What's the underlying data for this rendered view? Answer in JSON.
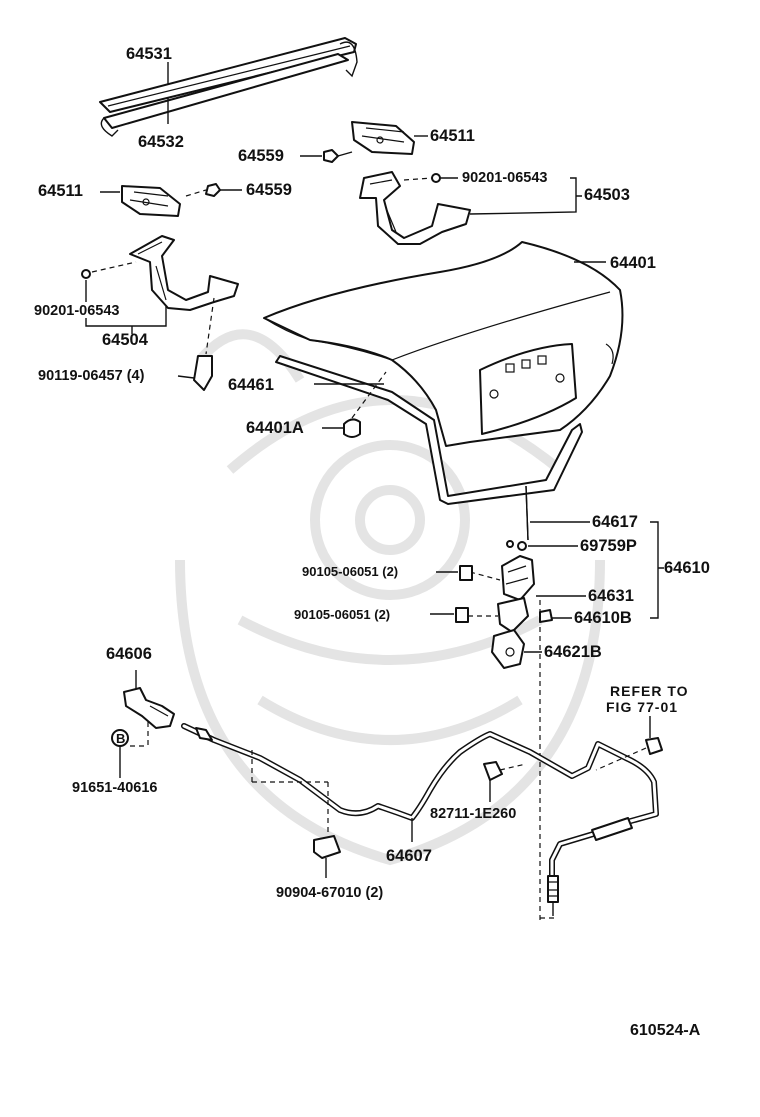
{
  "labels": {
    "p64531": "64531",
    "p64532": "64532",
    "p64511_right": "64511",
    "p64559_right": "64559",
    "p64511_left": "64511",
    "p64559_left": "64559",
    "p90201_right": "90201-06543",
    "p64503": "64503",
    "p64401": "64401",
    "p90201_left": "90201-06543",
    "p64504": "64504",
    "p90119": "90119-06457 (4)",
    "p64461": "64461",
    "p64401A": "64401A",
    "p64617": "64617",
    "p69759P": "69759P",
    "p64610": "64610",
    "p90105_upper": "90105-06051 (2)",
    "p64631": "64631",
    "p90105_lower": "90105-06051 (2)",
    "p64610B": "64610B",
    "p64621B": "64621B",
    "p64606": "64606",
    "callout_b": "B",
    "p91651": "91651-40616",
    "refer_line1": "REFER TO",
    "refer_line2": "FIG 77-01",
    "p82711": "82711-1E260",
    "p64607": "64607",
    "p90904": "90904-67010 (2)",
    "fig_code": "610524-A"
  }
}
